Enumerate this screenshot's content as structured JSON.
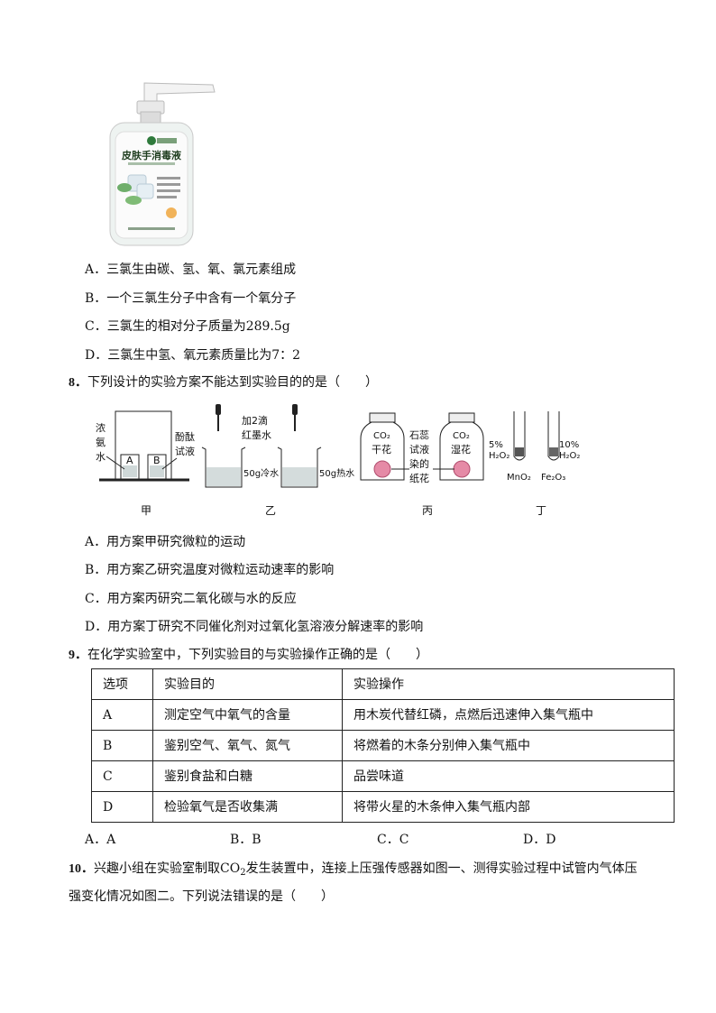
{
  "bottle": {
    "label_title": "皮肤手消毒液"
  },
  "q7_options": [
    "A．三氯生由碳、氢、氧、氯元素组成",
    "B．一个三氯生分子中含有一个氧分子",
    "C．三氯生的相对分子质量为289.5g",
    "D．三氯生中氢、氧元素质量比为7：2"
  ],
  "q8": {
    "number": "8．",
    "stem": "下列设计的实验方案不能达到实验目的的是（　　）",
    "figure": {
      "jia": {
        "label_left_1": "浓",
        "label_left_2": "氨",
        "label_left_3": "水",
        "label_right_1": "酚酞",
        "label_right_2": "试液",
        "beaker_a": "A",
        "beaker_b": "B",
        "caption": "甲"
      },
      "yi": {
        "drop_text_1": "加2滴",
        "drop_text_2": "红墨水",
        "cold": "50g冷水",
        "hot": "50g热水",
        "caption": "乙"
      },
      "bing": {
        "co2": "CO₂",
        "dry": "干花",
        "wet": "湿花",
        "mid_1": "石蕊",
        "mid_2": "试液",
        "mid_3": "染的",
        "mid_4": "纸花",
        "caption": "丙"
      },
      "ding": {
        "left_pct": "5%",
        "left_h2o2": "H₂O₂",
        "left_cat": "MnO₂",
        "right_pct": "10%",
        "right_h2o2": "H₂O₂",
        "right_cat": "Fe₂O₃",
        "caption": "丁"
      }
    },
    "options": [
      "A．用方案甲研究微粒的运动",
      "B．用方案乙研究温度对微粒运动速率的影响",
      "C．用方案丙研究二氧化碳与水的反应",
      "D．用方案丁研究不同催化剂对过氧化氢溶液分解速率的影响"
    ]
  },
  "q9": {
    "number": "9．",
    "stem": "在化学实验室中，下列实验目的与实验操作正确的是（　　）",
    "table": {
      "headers": [
        "选项",
        "实验目的",
        "实验操作"
      ],
      "rows": [
        [
          "A",
          "测定空气中氧气的含量",
          "用木炭代替红磷，点燃后迅速伸入集气瓶中"
        ],
        [
          "B",
          "鉴别空气、氧气、氮气",
          "将燃着的木条分别伸入集气瓶中"
        ],
        [
          "C",
          "鉴别食盐和白糖",
          "品尝味道"
        ],
        [
          "D",
          "检验氧气是否收集满",
          "将带火星的木条伸入集气瓶内部"
        ]
      ]
    },
    "options": [
      "A．A",
      "B．B",
      "C．C",
      "D．D"
    ]
  },
  "q10": {
    "number": "10．",
    "stem_part1": "兴趣小组在实验室制取CO",
    "stem_sub": "2",
    "stem_part2": "发生装置中，连接上压强传感器如图一、测得实验过程中试管内气体压",
    "stem_line2": "强变化情况如图二。下列说法错误的是（　　）"
  }
}
